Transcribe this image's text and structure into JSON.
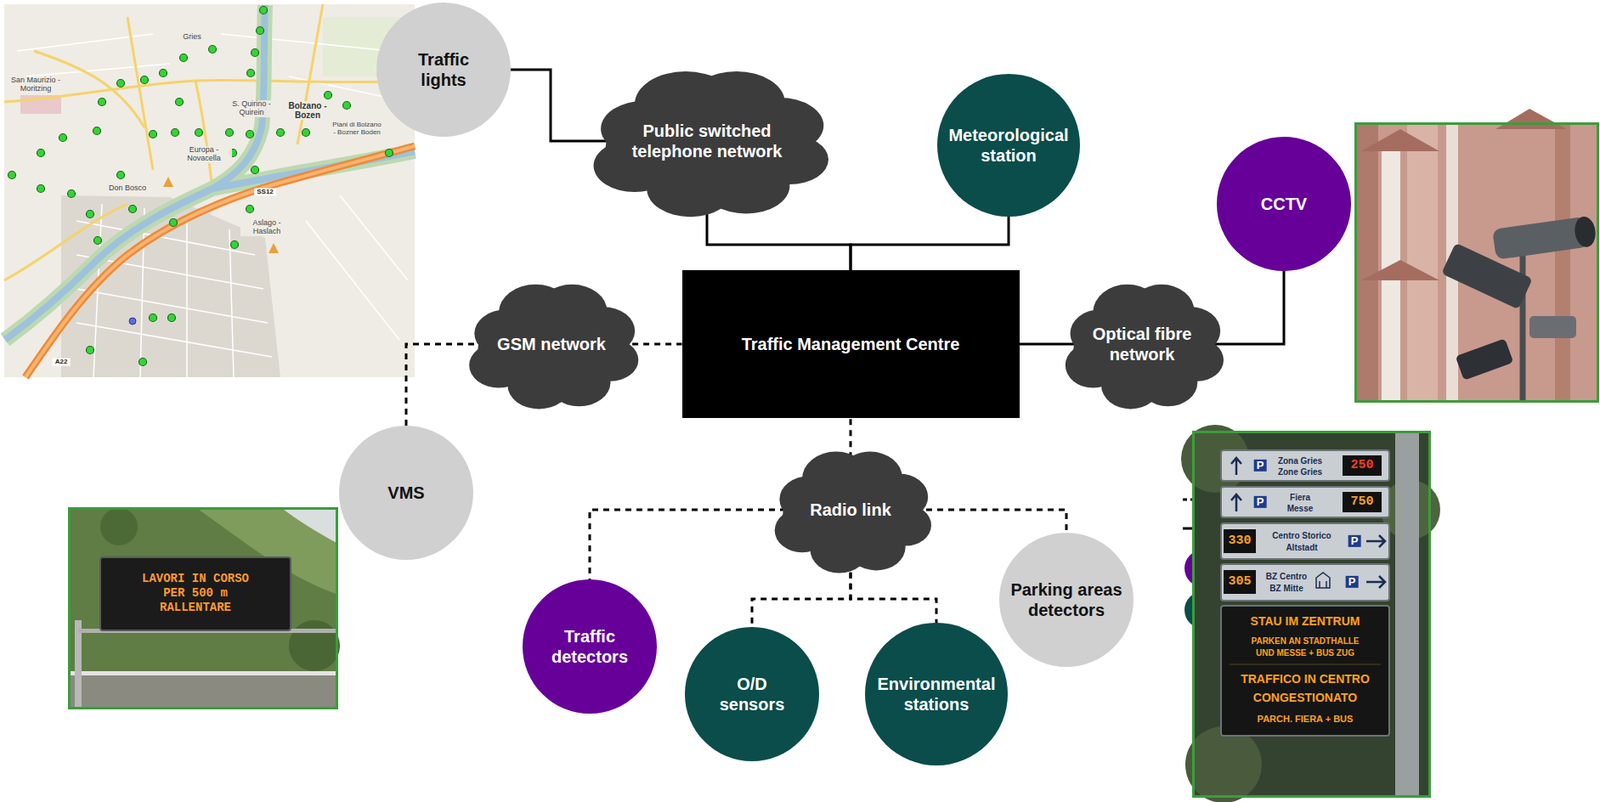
{
  "diagram": {
    "nodes": [
      {
        "text": [
          "Traffic lights"
        ]
      },
      {
        "text": [
          "Public switched telephone network"
        ]
      },
      {
        "text": [
          "Meteorological station"
        ]
      },
      {
        "text": [
          "CCTV"
        ]
      },
      {
        "text": [
          "GSM network"
        ]
      },
      {
        "text": [
          "Traffic Management Centre"
        ]
      },
      {
        "text": [
          "Optical fibre network"
        ]
      },
      {
        "text": [
          "VMS"
        ]
      },
      {
        "text": [
          "Radio link"
        ]
      },
      {
        "text": [
          "Parking areas detectors"
        ]
      },
      {
        "text": [
          "Traffic detectors"
        ]
      },
      {
        "text": [
          "O/D sensors"
        ]
      },
      {
        "text": [
          "Environmental stations"
        ]
      }
    ],
    "edges": [
      {
        "from": 0,
        "to": 1,
        "arrow": "none"
      },
      {
        "from": 1,
        "to": 5,
        "arrow": "none"
      },
      {
        "from": 2,
        "to": 5,
        "arrow": "none"
      },
      {
        "from": 3,
        "to": 6,
        "arrow": "none"
      },
      {
        "from": 6,
        "to": 5,
        "arrow": "none"
      },
      {
        "from": 4,
        "to": 5,
        "arrow": "none"
      },
      {
        "from": 7,
        "to": 4,
        "arrow": "none"
      },
      {
        "from": 8,
        "to": 5,
        "arrow": "none"
      },
      {
        "from": 8,
        "to": 10,
        "arrow": "none"
      },
      {
        "from": 8,
        "to": 11,
        "arrow": "none"
      },
      {
        "from": 8,
        "to": 12,
        "arrow": "none"
      },
      {
        "from": 8,
        "to": 9,
        "arrow": "none"
      }
    ],
    "labels": [
      "San Maurizio - Moritzing",
      "Gries",
      "S. Quirino - Quirein",
      "Bolzano - Bozen",
      "Piani di Bolzano - Bozner Boden",
      "Europa - Novacella",
      "Don Bosco",
      "Aslago - Haslach",
      "SS12",
      "A22",
      "Zona Gries",
      "Zone Gries",
      "P",
      "250",
      "Fiera",
      "Messe",
      "P",
      "750",
      "330",
      "Centro Storico",
      "Altstadt",
      "P",
      "305",
      "BZ Centro",
      "BZ Mitte",
      "P",
      "STAU IM ZENTRUM",
      "PARKEN AN STADTHALLE",
      "UND MESSE + BUS ZUG",
      "TRAFFICO IN CENTRO",
      "CONGESTIONATO",
      "PARCH. FIERA + BUS",
      "LAVORI IN CORSO",
      "PER 500 m",
      "RALLENTARE"
    ]
  }
}
